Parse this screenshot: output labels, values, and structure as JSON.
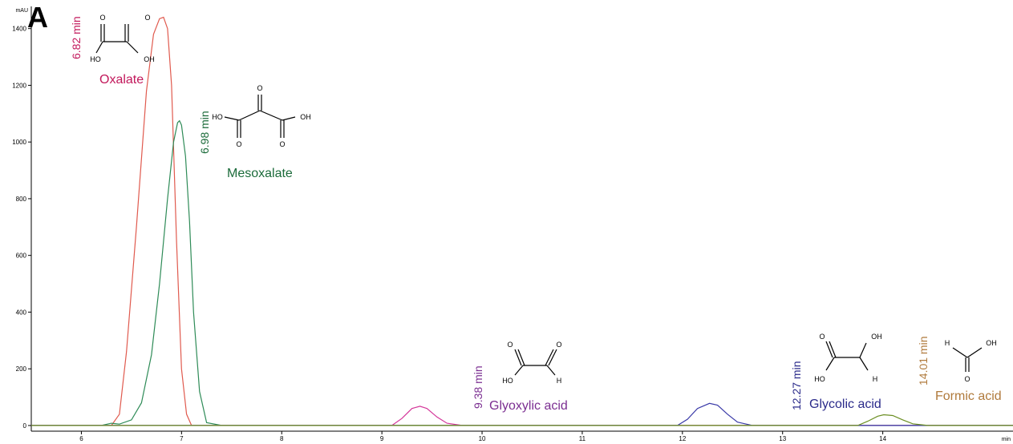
{
  "panel_label": "A",
  "chart_data": {
    "type": "line",
    "title": "",
    "xlabel": "",
    "ylabel": "",
    "x_unit": "min",
    "y_unit": "mAU",
    "xlim": [
      5.5,
      15.3
    ],
    "ylim": [
      -20,
      1450
    ],
    "x_ticks": [
      6,
      7,
      8,
      9,
      10,
      11,
      12,
      13,
      14
    ],
    "y_ticks": [
      0,
      200,
      400,
      600,
      800,
      1000,
      1200,
      1400
    ],
    "grid": false,
    "legend": "none",
    "series": [
      {
        "name": "Oxalate",
        "color": "#e05a4e",
        "retention_time": 6.82,
        "x": [
          5.5,
          6.3,
          6.38,
          6.45,
          6.55,
          6.65,
          6.72,
          6.78,
          6.82,
          6.86,
          6.9,
          6.95,
          7.0,
          7.05,
          7.1,
          7.3,
          15.3
        ],
        "y": [
          0,
          0,
          40,
          260,
          700,
          1180,
          1380,
          1435,
          1440,
          1400,
          1200,
          650,
          200,
          40,
          0,
          0,
          0
        ]
      },
      {
        "name": "Mesoxalate",
        "color": "#2e8b57",
        "retention_time": 6.98,
        "x": [
          5.5,
          6.2,
          6.3,
          6.38,
          6.5,
          6.6,
          6.7,
          6.78,
          6.86,
          6.92,
          6.96,
          6.98,
          7.0,
          7.04,
          7.08,
          7.12,
          7.18,
          7.25,
          7.4,
          15.3
        ],
        "y": [
          0,
          0,
          8,
          5,
          20,
          80,
          250,
          500,
          800,
          1000,
          1068,
          1075,
          1060,
          950,
          720,
          400,
          120,
          10,
          0,
          0
        ]
      },
      {
        "name": "Glyoxylic acid",
        "color": "#d4379a",
        "retention_time": 9.38,
        "x": [
          5.5,
          9.1,
          9.2,
          9.3,
          9.38,
          9.45,
          9.55,
          9.65,
          9.8,
          15.3
        ],
        "y": [
          0,
          0,
          25,
          60,
          68,
          60,
          30,
          8,
          0,
          0
        ]
      },
      {
        "name": "Glycolic acid",
        "color": "#3a3aa8",
        "retention_time": 12.27,
        "x": [
          5.5,
          11.95,
          12.05,
          12.15,
          12.27,
          12.35,
          12.45,
          12.55,
          12.7,
          15.3
        ],
        "y": [
          0,
          0,
          22,
          60,
          78,
          72,
          40,
          12,
          0,
          0
        ]
      },
      {
        "name": "Formic acid",
        "color": "#6b8e23",
        "retention_time": 14.01,
        "x": [
          5.5,
          13.75,
          13.85,
          13.95,
          14.01,
          14.1,
          14.2,
          14.3,
          14.45,
          15.3
        ],
        "y": [
          0,
          0,
          15,
          33,
          38,
          35,
          20,
          6,
          0,
          0
        ]
      }
    ],
    "annotations": [
      {
        "time_label": "6.82 min",
        "name_label": "Oxalate",
        "color": "#c2185b"
      },
      {
        "time_label": "6.98 min",
        "name_label": "Mesoxalate",
        "color": "#1b6b3a"
      },
      {
        "time_label": "9.38 min",
        "name_label": "Glyoxylic acid",
        "color": "#7b2e91"
      },
      {
        "time_label": "12.27 min",
        "name_label": "Glycolic acid",
        "color": "#2a2a8a"
      },
      {
        "time_label": "14.01 min",
        "name_label": "Formic acid",
        "color": "#b07a3c"
      }
    ],
    "structures": [
      {
        "name": "oxalate-structure",
        "labels": [
          "O",
          "O",
          "HO",
          "OH"
        ]
      },
      {
        "name": "mesoxalate-structure",
        "labels": [
          "O",
          "HO",
          "OH",
          "O",
          "O"
        ]
      },
      {
        "name": "glyoxylic-structure",
        "labels": [
          "O",
          "O",
          "HO",
          "H"
        ]
      },
      {
        "name": "glycolic-structure",
        "labels": [
          "O",
          "OH",
          "HO",
          "H"
        ]
      },
      {
        "name": "formic-structure",
        "labels": [
          "H",
          "OH",
          "O"
        ]
      }
    ]
  }
}
